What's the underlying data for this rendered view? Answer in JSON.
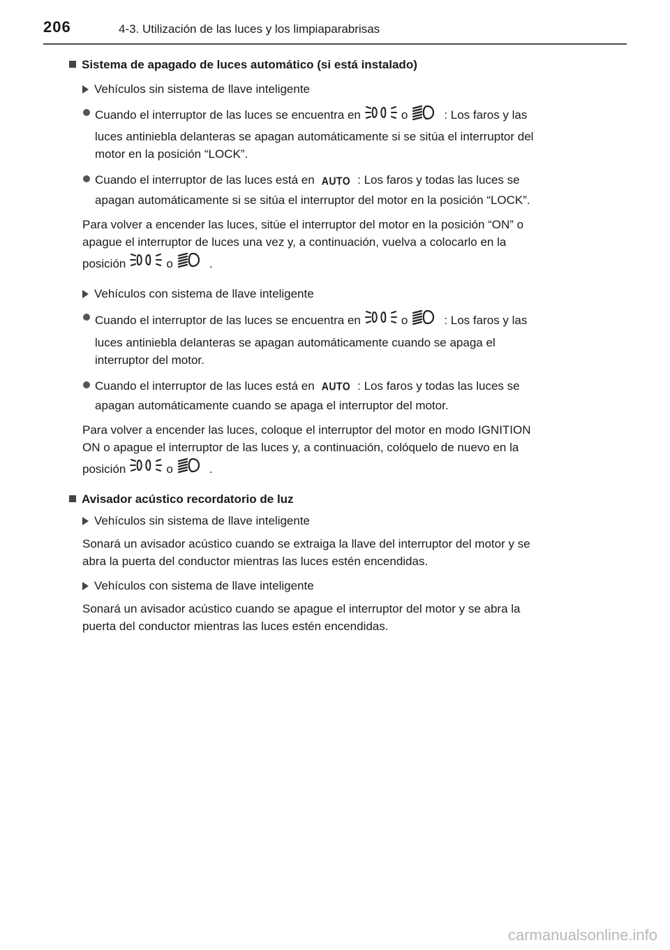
{
  "header": {
    "page_number": "206",
    "title": "4-3. Utilización de las luces y los limpiaparabrisas"
  },
  "icons": {
    "tail": "tail-light-icon",
    "head": "headlight-icon",
    "auto": "AUTO"
  },
  "sec1": {
    "title": "Sistema de apagado de luces automático (si está instalado)",
    "a": {
      "title": "Vehículos sin sistema de llave inteligente",
      "b1_pre": "Cuando el interruptor de las luces se encuentra en",
      "b1_o": "o",
      "b1_post": ": Los faros y las",
      "b1_l2": "luces antiniebla delanteras se apagan automáticamente si se sitúa el interruptor del",
      "b1_l3": "motor en la posición “LOCK”.",
      "b2_pre": "Cuando el interruptor de las luces está en",
      "b2_post": ": Los faros y todas las luces se",
      "b2_l2": "apagan automáticamente si se sitúa el interruptor del motor en la posición “LOCK”.",
      "p_l1": "Para volver a encender las luces, sitúe el interruptor del motor en la posición “ON” o",
      "p_l2": "apague el interruptor de luces una vez y, a continuación, vuelva a colocarlo en la",
      "p_l3_pre": "posición",
      "p_l3_o": "o",
      "p_l3_post": "."
    },
    "b": {
      "title": "Vehículos con sistema de llave inteligente",
      "b1_pre": "Cuando el interruptor de las luces se encuentra en",
      "b1_o": "o",
      "b1_post": ": Los faros y las",
      "b1_l2": "luces antiniebla delanteras se apagan automáticamente cuando se apaga el",
      "b1_l3": "interruptor del motor.",
      "b2_pre": "Cuando el interruptor de las luces está en",
      "b2_post": ": Los faros y todas las luces se",
      "b2_l2": "apagan automáticamente cuando se apaga el interruptor del motor.",
      "p_l1": "Para volver a encender las luces, coloque el interruptor del motor en modo IGNITION",
      "p_l2": "ON o apague el interruptor de las luces y, a continuación, colóquelo de nuevo en la",
      "p_l3_pre": "posición",
      "p_l3_o": "o",
      "p_l3_post": "."
    }
  },
  "sec2": {
    "title": "Avisador acústico recordatorio de luz",
    "a_title": "Vehículos sin sistema de llave inteligente",
    "a_p_l1": "Sonará un avisador acústico cuando se extraiga la llave del interruptor del motor y se",
    "a_p_l2": "abra la puerta del conductor mientras las luces estén encendidas.",
    "b_title": "Vehículos con sistema de llave inteligente",
    "b_p_l1": "Sonará un avisador acústico cuando se apague el interruptor del motor y se abra la",
    "b_p_l2": "puerta del conductor mientras las luces estén encendidas."
  },
  "footer": {
    "watermark": "carmanualsonline.info"
  }
}
